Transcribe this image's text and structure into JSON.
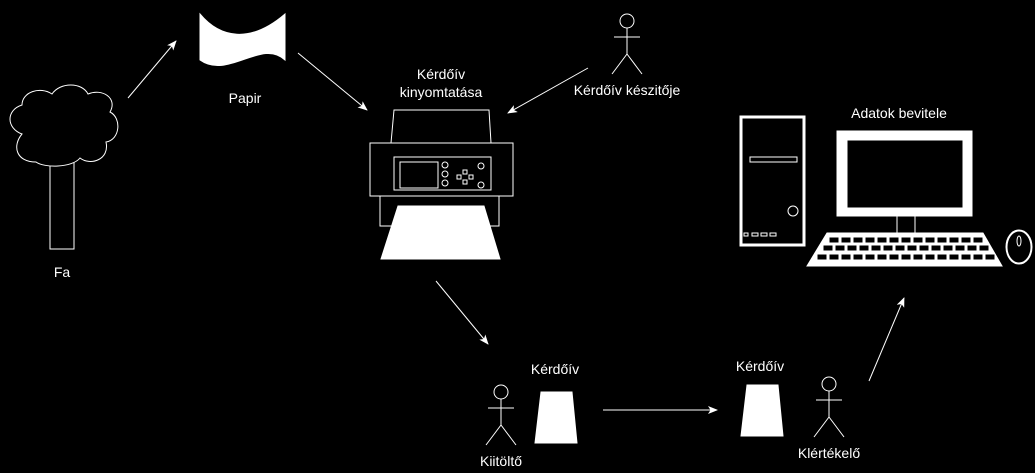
{
  "diagram": {
    "background": "#000000",
    "stroke_color": "#ffffff",
    "labels": {
      "tree": "Fa",
      "paper": "Papir",
      "printing_line1": "Kérdőív",
      "printing_line2": "kinyomtatása",
      "creator": "Kérdőív készitője",
      "data_entry": "Adatok bevitele",
      "form1": "Kérdőív",
      "form2": "Kérdőív",
      "filler": "Kiitöltő",
      "evaluator": "Klértékelő"
    },
    "icons": [
      "tree-icon",
      "paper-icon",
      "printer-icon",
      "computer-icon",
      "actor-icon",
      "form-icon"
    ]
  }
}
